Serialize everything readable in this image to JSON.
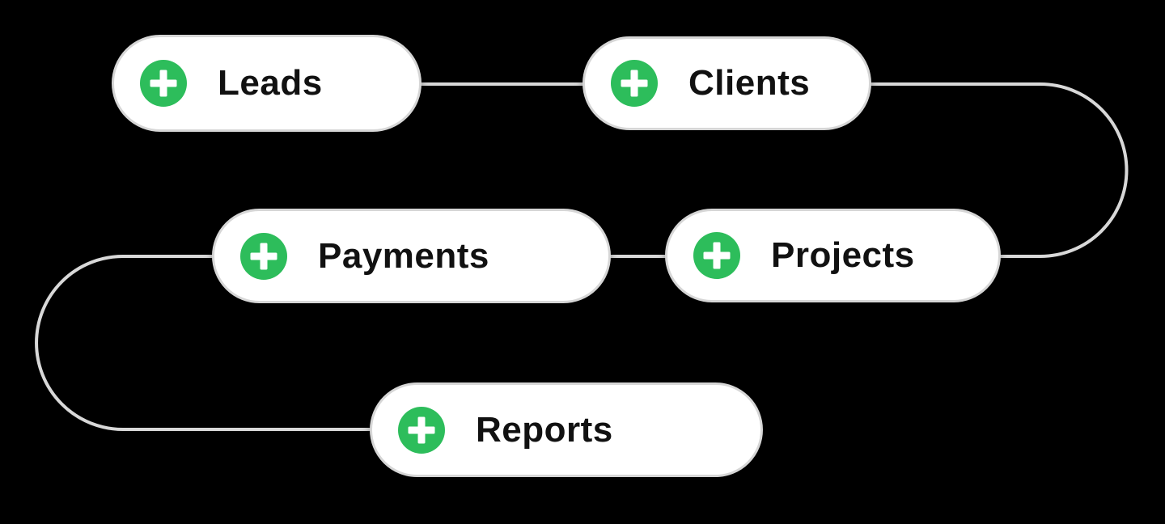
{
  "canvas": {
    "background": "#000000",
    "description": "Workflow diagram of five pill-shaped nodes connected in a snaking sequence"
  },
  "nodes": [
    {
      "id": "leads",
      "label": "Leads",
      "icon": "plus-icon"
    },
    {
      "id": "clients",
      "label": "Clients",
      "icon": "plus-icon"
    },
    {
      "id": "payments",
      "label": "Payments",
      "icon": "plus-icon"
    },
    {
      "id": "projects",
      "label": "Projects",
      "icon": "plus-icon"
    },
    {
      "id": "reports",
      "label": "Reports",
      "icon": "plus-icon"
    }
  ],
  "connections": [
    {
      "from": "leads",
      "to": "clients"
    },
    {
      "from": "clients",
      "to": "projects"
    },
    {
      "from": "projects",
      "to": "payments"
    },
    {
      "from": "payments",
      "to": "reports"
    }
  ],
  "colors": {
    "node_fill": "#ffffff",
    "node_border": "#d6d6d6",
    "connector": "#d8d8d8",
    "accent_green": "#2dbd5b",
    "text": "#111111",
    "canvas_bg": "#000000"
  }
}
